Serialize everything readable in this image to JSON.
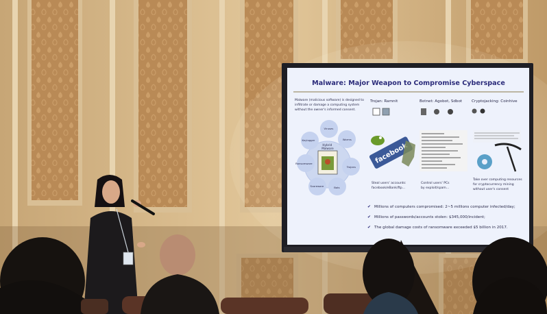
{
  "slide": {
    "title": "Malware: Major Weapon to Compromise Cyberspace",
    "intro": [
      "Malware (malicious software) is designed to",
      "infiltrate or damage a computing system",
      "without the owner's informed consent."
    ],
    "diagram": {
      "center": [
        "Hybrid",
        "Malware"
      ],
      "nodes": [
        "Viruses",
        "Worms",
        "Trojans",
        "Bots",
        "Scareware",
        "Ransomware",
        "Keylogger"
      ]
    },
    "columns": [
      {
        "heading": "Trojan: Ramnit",
        "caption": [
          "Steal users' accounts:",
          "facebook/eBank/ftp..."
        ]
      },
      {
        "heading": "Botnet: Agobot, Sdbot",
        "caption": [
          "Control users' PCs",
          "by exploit/spam..."
        ]
      },
      {
        "heading": "Cryptojacking: Coinhive",
        "caption": [
          "Take over computing resources",
          "for cryptocurrency mining",
          "without user's consent"
        ]
      }
    ],
    "logo_text": "facebook",
    "bullets": [
      "Millions of computers compromised: 2~5 millions computer infected/day;",
      "Millions of passwords/accounts stolen: $345,000/incident;",
      "The global damage costs of ransomware exceeded $5 billion in 2017."
    ],
    "check_glyph": "✔"
  },
  "colors": {
    "slide_bg": "#e9eefb",
    "title_color": "#2b2b7a",
    "wall": "#c9a878",
    "panel": "#b07a4a"
  }
}
